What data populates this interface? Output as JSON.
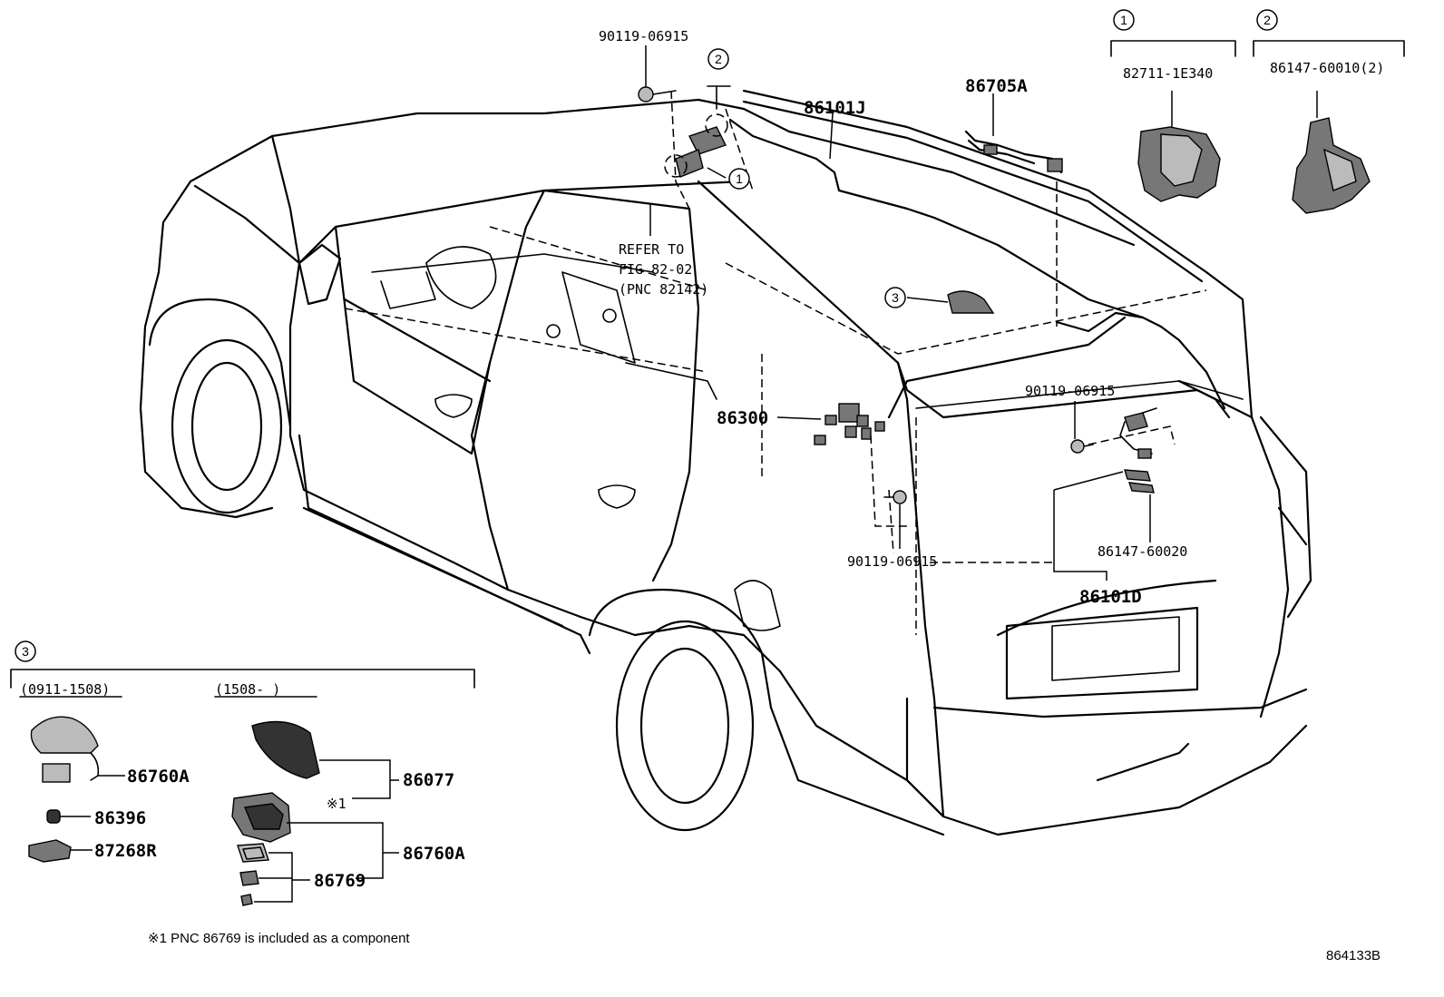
{
  "diagram_id": "864133B",
  "footnote": "※1 PNC 86769 is included as a component",
  "refer": {
    "line1": "REFER TO",
    "line2": "FIG 82-02",
    "line3": "(PNC 82142)"
  },
  "callouts": {
    "c1": "1",
    "c2": "2",
    "c3": "3"
  },
  "labels": {
    "bolt_top": "90119-06915",
    "wire_roof": "86101J",
    "cord_86705A": "86705A",
    "part_82711": "82711-1E340",
    "part_86147_2": "86147-60010(2)",
    "amp_86300": "86300",
    "bolt_right": "90119-06915",
    "bolt_bottom": "90119-06915",
    "part_86147_60020": "86147-60020",
    "wire_86101D": "86101D"
  },
  "inset": {
    "period_a": "(0911-1508)",
    "period_b": "(1508-      )",
    "parts": {
      "antenna_a": "86760A",
      "nut": "86396",
      "clamp": "87268R",
      "cover": "86077",
      "note_mark": "※1",
      "antenna_b": "86760A",
      "gasket": "86769"
    }
  }
}
